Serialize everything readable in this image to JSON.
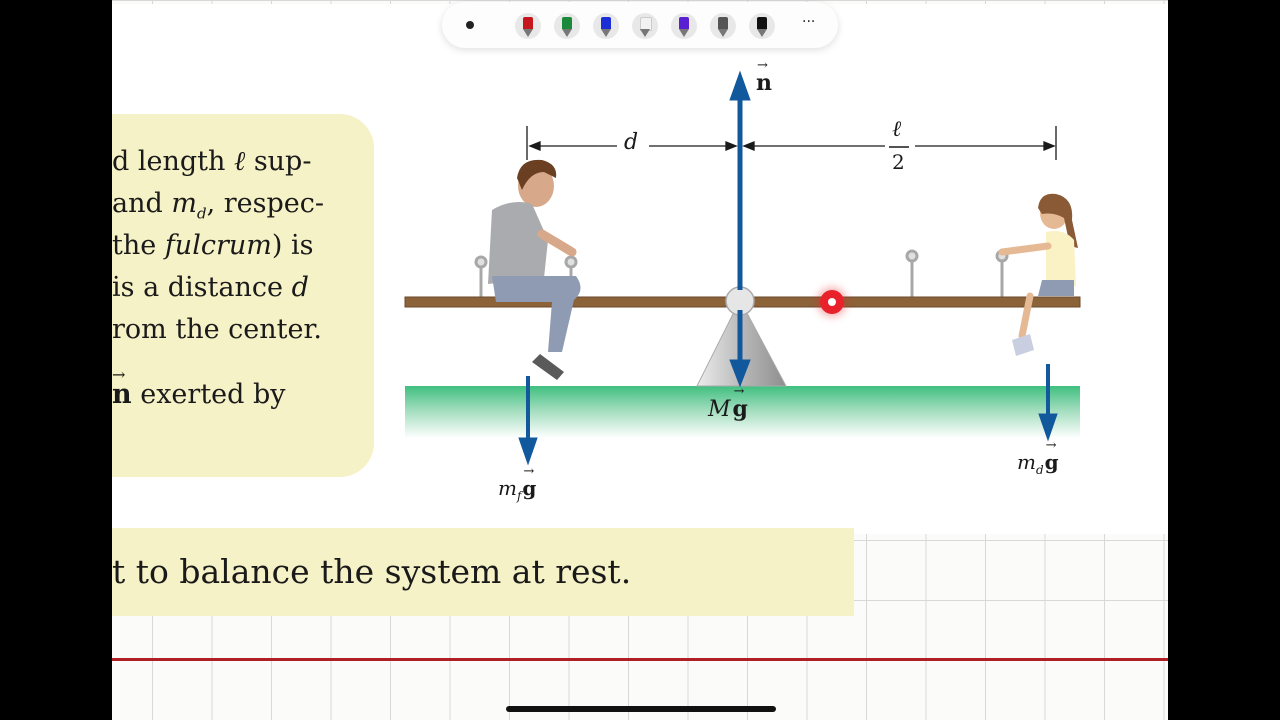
{
  "toolbar": {
    "more_label": "···",
    "pens": [
      {
        "name": "red",
        "color": "#c4161c"
      },
      {
        "name": "green",
        "color": "#1a8a3a"
      },
      {
        "name": "blue",
        "color": "#1c2fd6"
      },
      {
        "name": "white",
        "color": "#f2f2f2"
      },
      {
        "name": "purple",
        "color": "#5a1fd0"
      },
      {
        "name": "gray",
        "color": "#555555"
      },
      {
        "name": "black",
        "color": "#111111"
      }
    ]
  },
  "textbox": {
    "line1_pre": "d length ",
    "line1_ell": "ℓ",
    "line1_post": " sup-",
    "line2_pre": "and ",
    "line2_var": "m",
    "line2_sub": "d",
    "line2_post": ", respec-",
    "line3_pre": " the ",
    "line3_italic": "fulcrum",
    "line3_post": ") is",
    "line4_pre": " is a distance ",
    "line4_var": "d",
    "line5": "rom the center.",
    "line6_arrow": "→",
    "line6_n": "n",
    "line6_post": " exerted by"
  },
  "bottom_text": "t to balance the system at rest.",
  "figure": {
    "normal_force": "n",
    "vec_arrow": "→",
    "distance_d": "d",
    "half_length_num": "ℓ",
    "half_length_den": "2",
    "mass_board": "M",
    "g": "g",
    "m": "m",
    "sub_f": "f",
    "sub_d": "d"
  },
  "colors": {
    "arrow_blue": "#12589c",
    "board": "#8c6239",
    "ground_green": "#3fbf7f",
    "highlight": "#f6f2c7",
    "annotation_red": "#b01f24"
  }
}
